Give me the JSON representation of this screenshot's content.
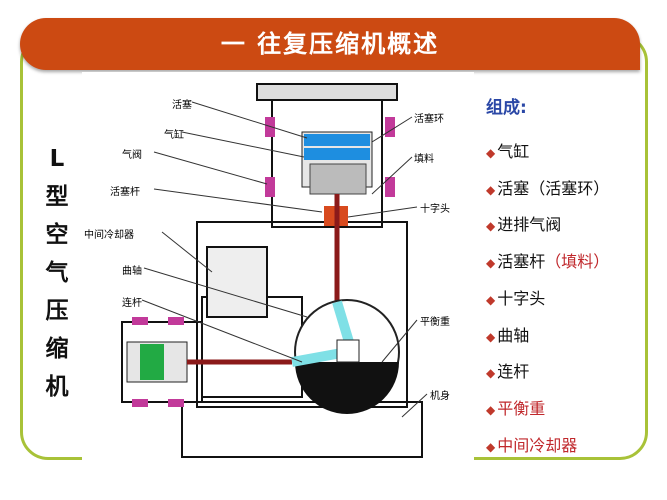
{
  "header": {
    "title": "一 往复压缩机概述"
  },
  "side_title": [
    "L",
    "型",
    "空",
    "气",
    "压",
    "缩",
    "机"
  ],
  "list": {
    "heading": "组成:",
    "items": [
      {
        "text": "气缸",
        "extra": ""
      },
      {
        "text": "活塞（活塞环）",
        "extra": ""
      },
      {
        "text": "进排气阀",
        "extra": ""
      },
      {
        "text": "活塞杆",
        "extra": "（填料）"
      },
      {
        "text": "十字头",
        "extra": ""
      },
      {
        "text": "曲轴",
        "extra": ""
      },
      {
        "text": "连杆",
        "extra": ""
      },
      {
        "text": "",
        "extra": "平衡重"
      },
      {
        "text": "",
        "extra": "中间冷却器"
      }
    ]
  },
  "diagram": {
    "labels": {
      "piston": "活塞",
      "cylinder": "气缸",
      "valve": "气阀",
      "piston_rod": "活塞杆",
      "intercooler": "中间冷却器",
      "crankshaft": "曲轴",
      "conrod": "连杆",
      "piston_ring": "活塞环",
      "packing": "填料",
      "crosshead": "十字头",
      "counterweight": "平衡重",
      "body": "机身"
    }
  },
  "colors": {
    "banner": "#cc4a12",
    "border": "#a8c238",
    "cylinder_blue": "#1e8ee0",
    "green": "#22aa44",
    "magenta": "#c23a9a"
  }
}
